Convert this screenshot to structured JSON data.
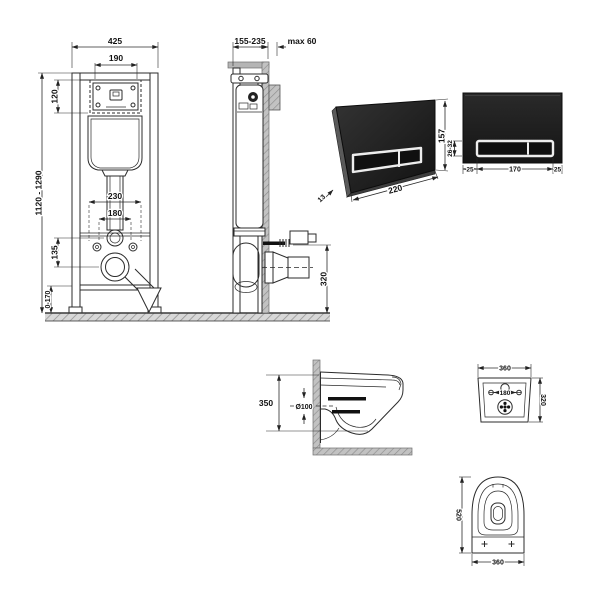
{
  "dims": {
    "frame_front": {
      "width": "425",
      "cutout_width": "190",
      "cutout_height": "120",
      "height_range": "1120 - 1290",
      "fixing_span": "230",
      "stud_span": "180",
      "drain_offset": "135",
      "foot_adjust": "0-170"
    },
    "frame_side": {
      "depth_range": "155-235",
      "wall_clearance": "max 60",
      "outlet_height": "320"
    },
    "plate_perspective": {
      "height": "157",
      "width": "220",
      "thickness": "13"
    },
    "plate_front": {
      "button_band_height": "26-32",
      "margin_left": "25",
      "buttons_width": "170",
      "margin_right": "25"
    },
    "bowl_side": {
      "height": "350",
      "drain_diameter": "Ø100"
    },
    "bowl_rear": {
      "width": "360",
      "bolt_spacing": "180",
      "height": "320"
    },
    "bowl_top": {
      "depth": "520",
      "width": "360"
    }
  },
  "colors": {
    "line": "#2b2b2b",
    "plate_black": "#1c1c1c",
    "hatch_gray": "#c4c4c4",
    "button_chrome": "#ededed"
  }
}
